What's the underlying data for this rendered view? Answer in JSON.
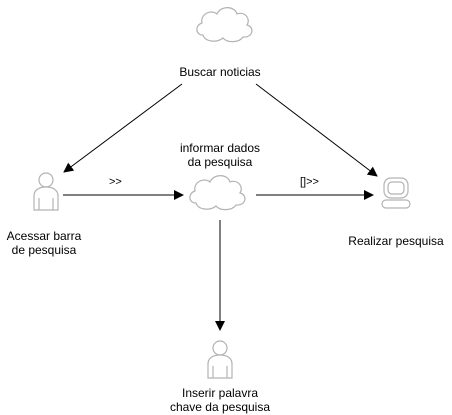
{
  "diagram": {
    "nodes": {
      "buscar": {
        "label": "Buscar noticias",
        "icon": "cloud-icon"
      },
      "informar": {
        "label": "informar dados\nda pesquisa",
        "icon": "cloud-icon"
      },
      "acessar": {
        "label": "Acessar barra\nde pesquisa",
        "icon": "actor-icon"
      },
      "inserir": {
        "label": "Inserir palavra\nchave da pesquisa",
        "icon": "actor-icon"
      },
      "realizar": {
        "label": "Realizar pesquisa",
        "icon": "computer-icon"
      }
    },
    "edges": {
      "acessar_informar": ">>",
      "informar_realizar": "[]>>"
    },
    "colors": {
      "stroke": "#000000",
      "icon_stroke": "#b3b3b3",
      "background": "#ffffff"
    }
  }
}
